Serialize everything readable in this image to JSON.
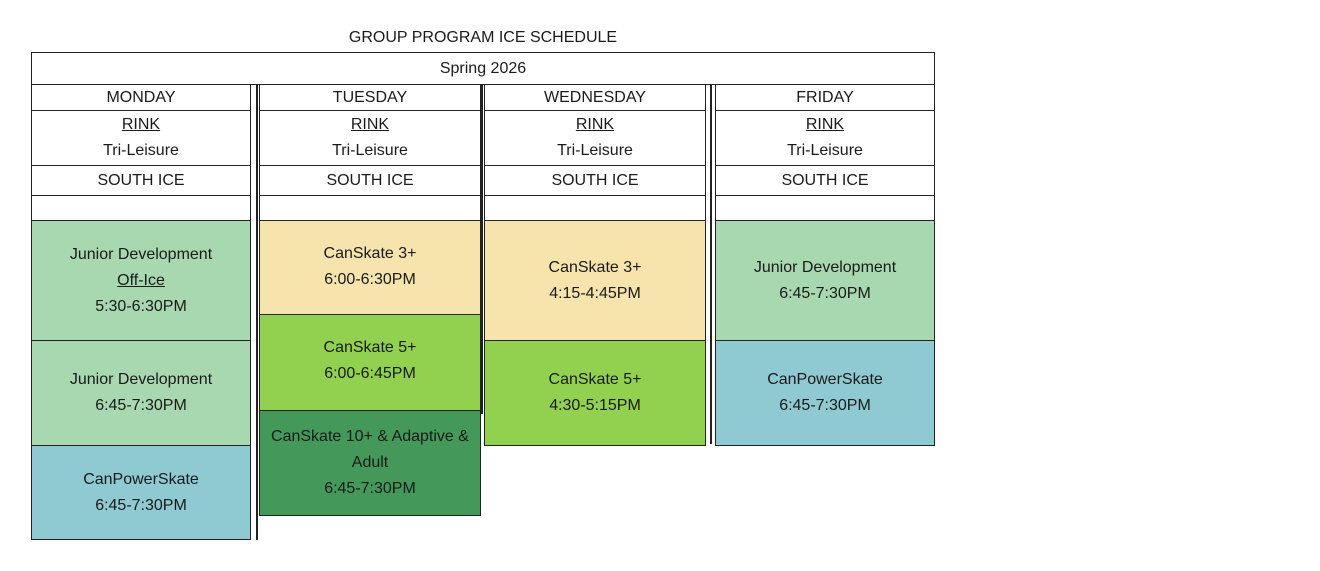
{
  "title": "GROUP PROGRAM ICE SCHEDULE",
  "season": "Spring 2026",
  "rink_label": "RINK",
  "days": [
    {
      "name": "MONDAY",
      "rink": "Tri-Leisure",
      "ice": "SOUTH ICE",
      "blocks": [
        {
          "name": "Junior Development",
          "note": "Off-Ice",
          "time": "5:30-6:30PM",
          "color": "#a8d8b0"
        },
        {
          "name": "Junior Development",
          "time": "6:45-7:30PM",
          "color": "#a8d8b0"
        },
        {
          "name": "CanPowerSkate",
          "time": "6:45-7:30PM",
          "color": "#8fcad3"
        }
      ]
    },
    {
      "name": "TUESDAY",
      "rink": "Tri-Leisure",
      "ice": "SOUTH ICE",
      "blocks": [
        {
          "name": "CanSkate 3+",
          "time": "6:00-6:30PM",
          "color": "#f7e4ad"
        },
        {
          "name": "CanSkate 5+",
          "time": "6:00-6:45PM",
          "color": "#92d050"
        },
        {
          "name": "CanSkate 10+ & Adaptive & Adult",
          "time": "6:45-7:30PM",
          "color": "#44995a"
        }
      ]
    },
    {
      "name": "WEDNESDAY",
      "rink": "Tri-Leisure",
      "ice": "SOUTH ICE",
      "blocks": [
        {
          "name": "CanSkate 3+",
          "time": "4:15-4:45PM",
          "color": "#f7e4ad"
        },
        {
          "name": "CanSkate 5+",
          "time": "4:30-5:15PM",
          "color": "#92d050"
        }
      ]
    },
    {
      "name": "FRIDAY",
      "rink": "Tri-Leisure",
      "ice": "SOUTH ICE",
      "blocks": [
        {
          "name": "Junior Development",
          "time": "6:45-7:30PM",
          "color": "#a8d8b0"
        },
        {
          "name": "CanPowerSkate",
          "time": "6:45-7:30PM",
          "color": "#8fcad3"
        }
      ]
    }
  ]
}
